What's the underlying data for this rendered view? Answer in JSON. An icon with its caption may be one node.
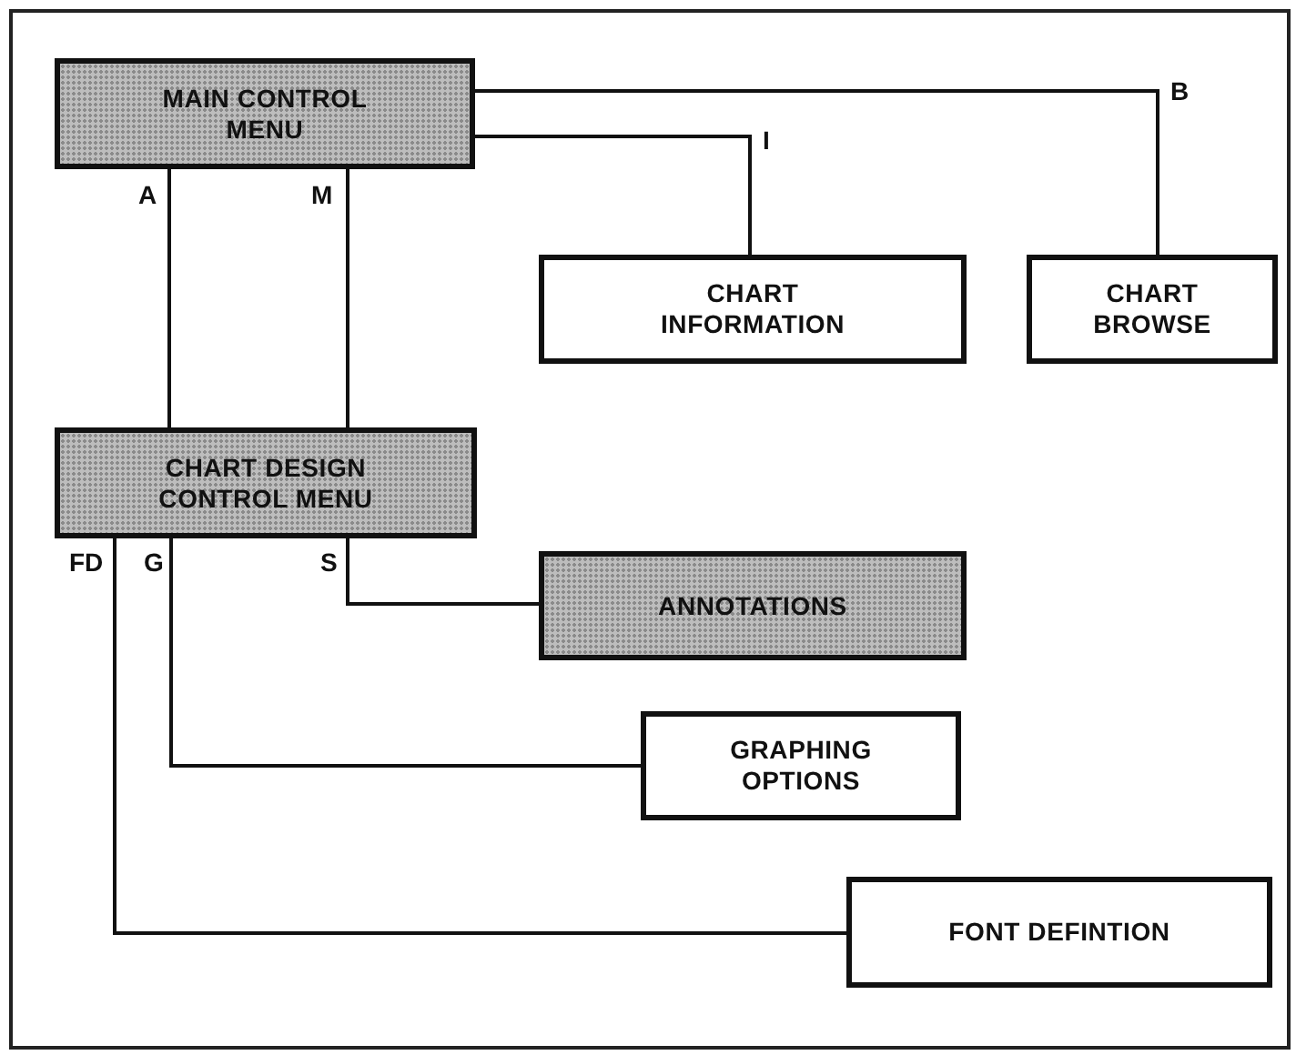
{
  "diagram": {
    "nodes": [
      {
        "text": [
          "MAIN CONTROL MENU"
        ]
      },
      {
        "text": [
          "CHART INFORMATION"
        ]
      },
      {
        "text": [
          "CHART BROWSE"
        ]
      },
      {
        "text": [
          "CHART DESIGN CONTROL MENU"
        ]
      },
      {
        "text": [
          "ANNOTATIONS"
        ]
      },
      {
        "text": [
          "GRAPHING OPTIONS"
        ]
      },
      {
        "text": [
          "FONT DEFINTION"
        ]
      }
    ],
    "edges": [
      {
        "from": 0,
        "to": 3,
        "arrow": "none",
        "label": "A"
      },
      {
        "from": 0,
        "to": 3,
        "arrow": "none",
        "label": "M"
      },
      {
        "from": 0,
        "to": 1,
        "arrow": "none",
        "label": "I"
      },
      {
        "from": 0,
        "to": 2,
        "arrow": "none",
        "label": "B"
      },
      {
        "from": 3,
        "to": 4,
        "arrow": "none",
        "label": "S"
      },
      {
        "from": 3,
        "to": 5,
        "arrow": "none",
        "label": "G"
      },
      {
        "from": 3,
        "to": 6,
        "arrow": "none",
        "label": "FD"
      }
    ]
  }
}
